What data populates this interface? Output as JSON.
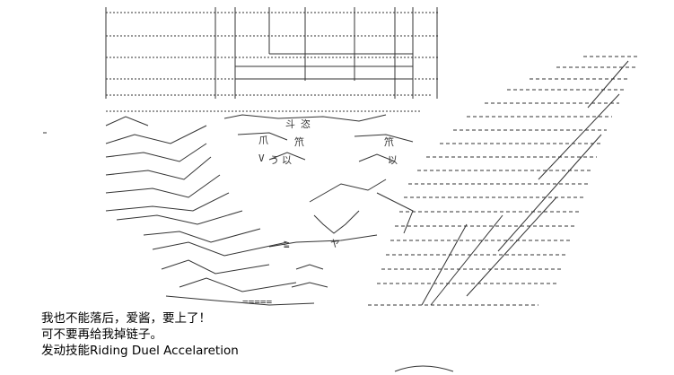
{
  "scene": {
    "art_color": "#333333"
  },
  "dialogue": {
    "lines": [
      "我也不能落后，爱酱，要上了！",
      "可不要再给我掉链子。",
      "发动技能Riding Duel Accelaretion"
    ]
  }
}
